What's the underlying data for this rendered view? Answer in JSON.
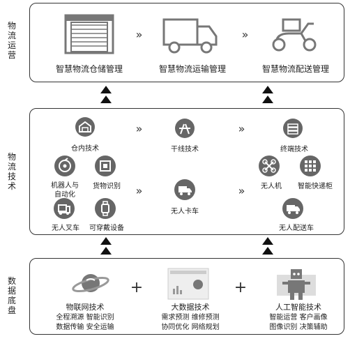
{
  "layers": {
    "ops": "物流运营",
    "tech": "物流技术",
    "data": "数据底盘"
  },
  "ops": {
    "warehouse": "智慧物流仓储管理",
    "transport": "智慧物流运输管理",
    "delivery": "智慧物流配送管理",
    "chevron": "»"
  },
  "tech": {
    "warehouse_tech": "仓内技术",
    "trunk_tech": "干线技术",
    "terminal_tech": "终端技术",
    "robot_l1": "机器人与",
    "robot_l2": "自动化",
    "cargo_id": "货物识别",
    "forklift": "无人叉车",
    "wearable": "可穿戴设备",
    "truck": "无人卡车",
    "drone": "无人机",
    "locker": "智能快递柜",
    "delivery_vehicle": "无人配送车",
    "chevron": "»"
  },
  "data": {
    "iot_title": "物联网技术",
    "iot_l1": "全程溯源  智能识别",
    "iot_l2": "数据传输  安全运输",
    "bigdata_title": "大数据技术",
    "bigdata_l1": "需求预测  维修预测",
    "bigdata_l2": "协同优化  网络规划",
    "ai_title": "人工智能技术",
    "ai_l1": "智能运营  客户画像",
    "ai_l2": "图像识别  决策辅助",
    "plus": "+"
  }
}
